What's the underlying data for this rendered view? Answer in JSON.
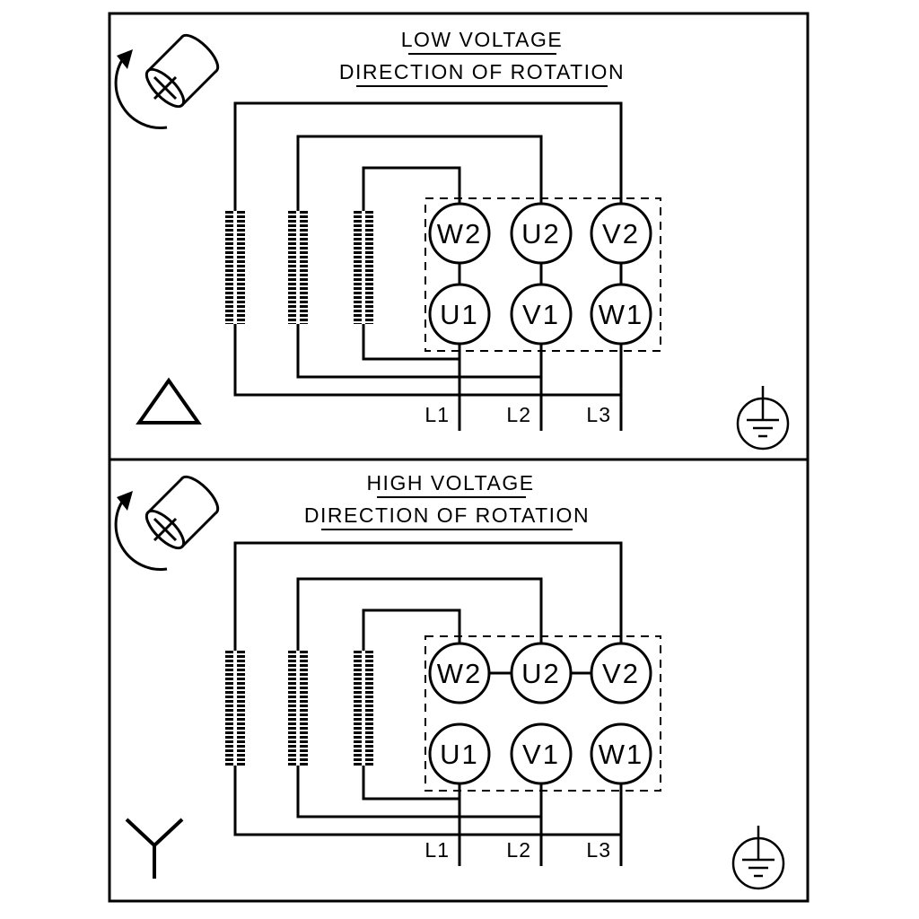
{
  "diagram": {
    "colors": {
      "ink": "#000000",
      "paper": "#ffffff"
    },
    "panels": [
      {
        "title": "LOW VOLTAGE",
        "subtitle": "DIRECTION OF ROTATION",
        "connection": "delta",
        "terminals": {
          "top": [
            "W2",
            "U2",
            "V2"
          ],
          "bottom": [
            "U1",
            "V1",
            "W1"
          ]
        },
        "supply_lines": [
          "L1",
          "L2",
          "L3"
        ]
      },
      {
        "title": "HIGH VOLTAGE",
        "subtitle": "DIRECTION OF ROTATION",
        "connection": "star",
        "terminals": {
          "top": [
            "W2",
            "U2",
            "V2"
          ],
          "bottom": [
            "U1",
            "V1",
            "W1"
          ]
        },
        "supply_lines": [
          "L1",
          "L2",
          "L3"
        ]
      }
    ]
  }
}
